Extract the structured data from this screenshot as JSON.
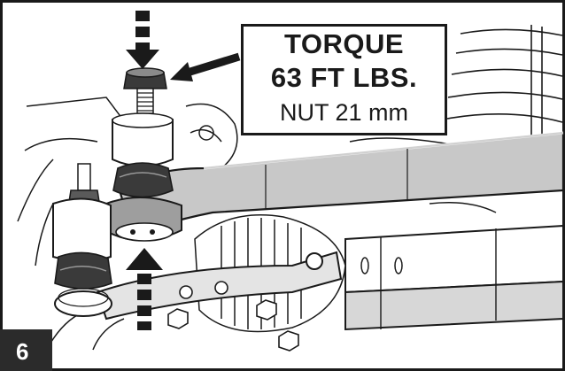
{
  "callout": {
    "line1": "TORQUE",
    "line2": "63 FT LBS.",
    "line3": "NUT 21 mm"
  },
  "step": {
    "number": "6"
  },
  "colors": {
    "ink": "#1a1a1a",
    "paper": "#ffffff",
    "shade": "#c8c8c8",
    "badge": "#2b2b2b"
  }
}
